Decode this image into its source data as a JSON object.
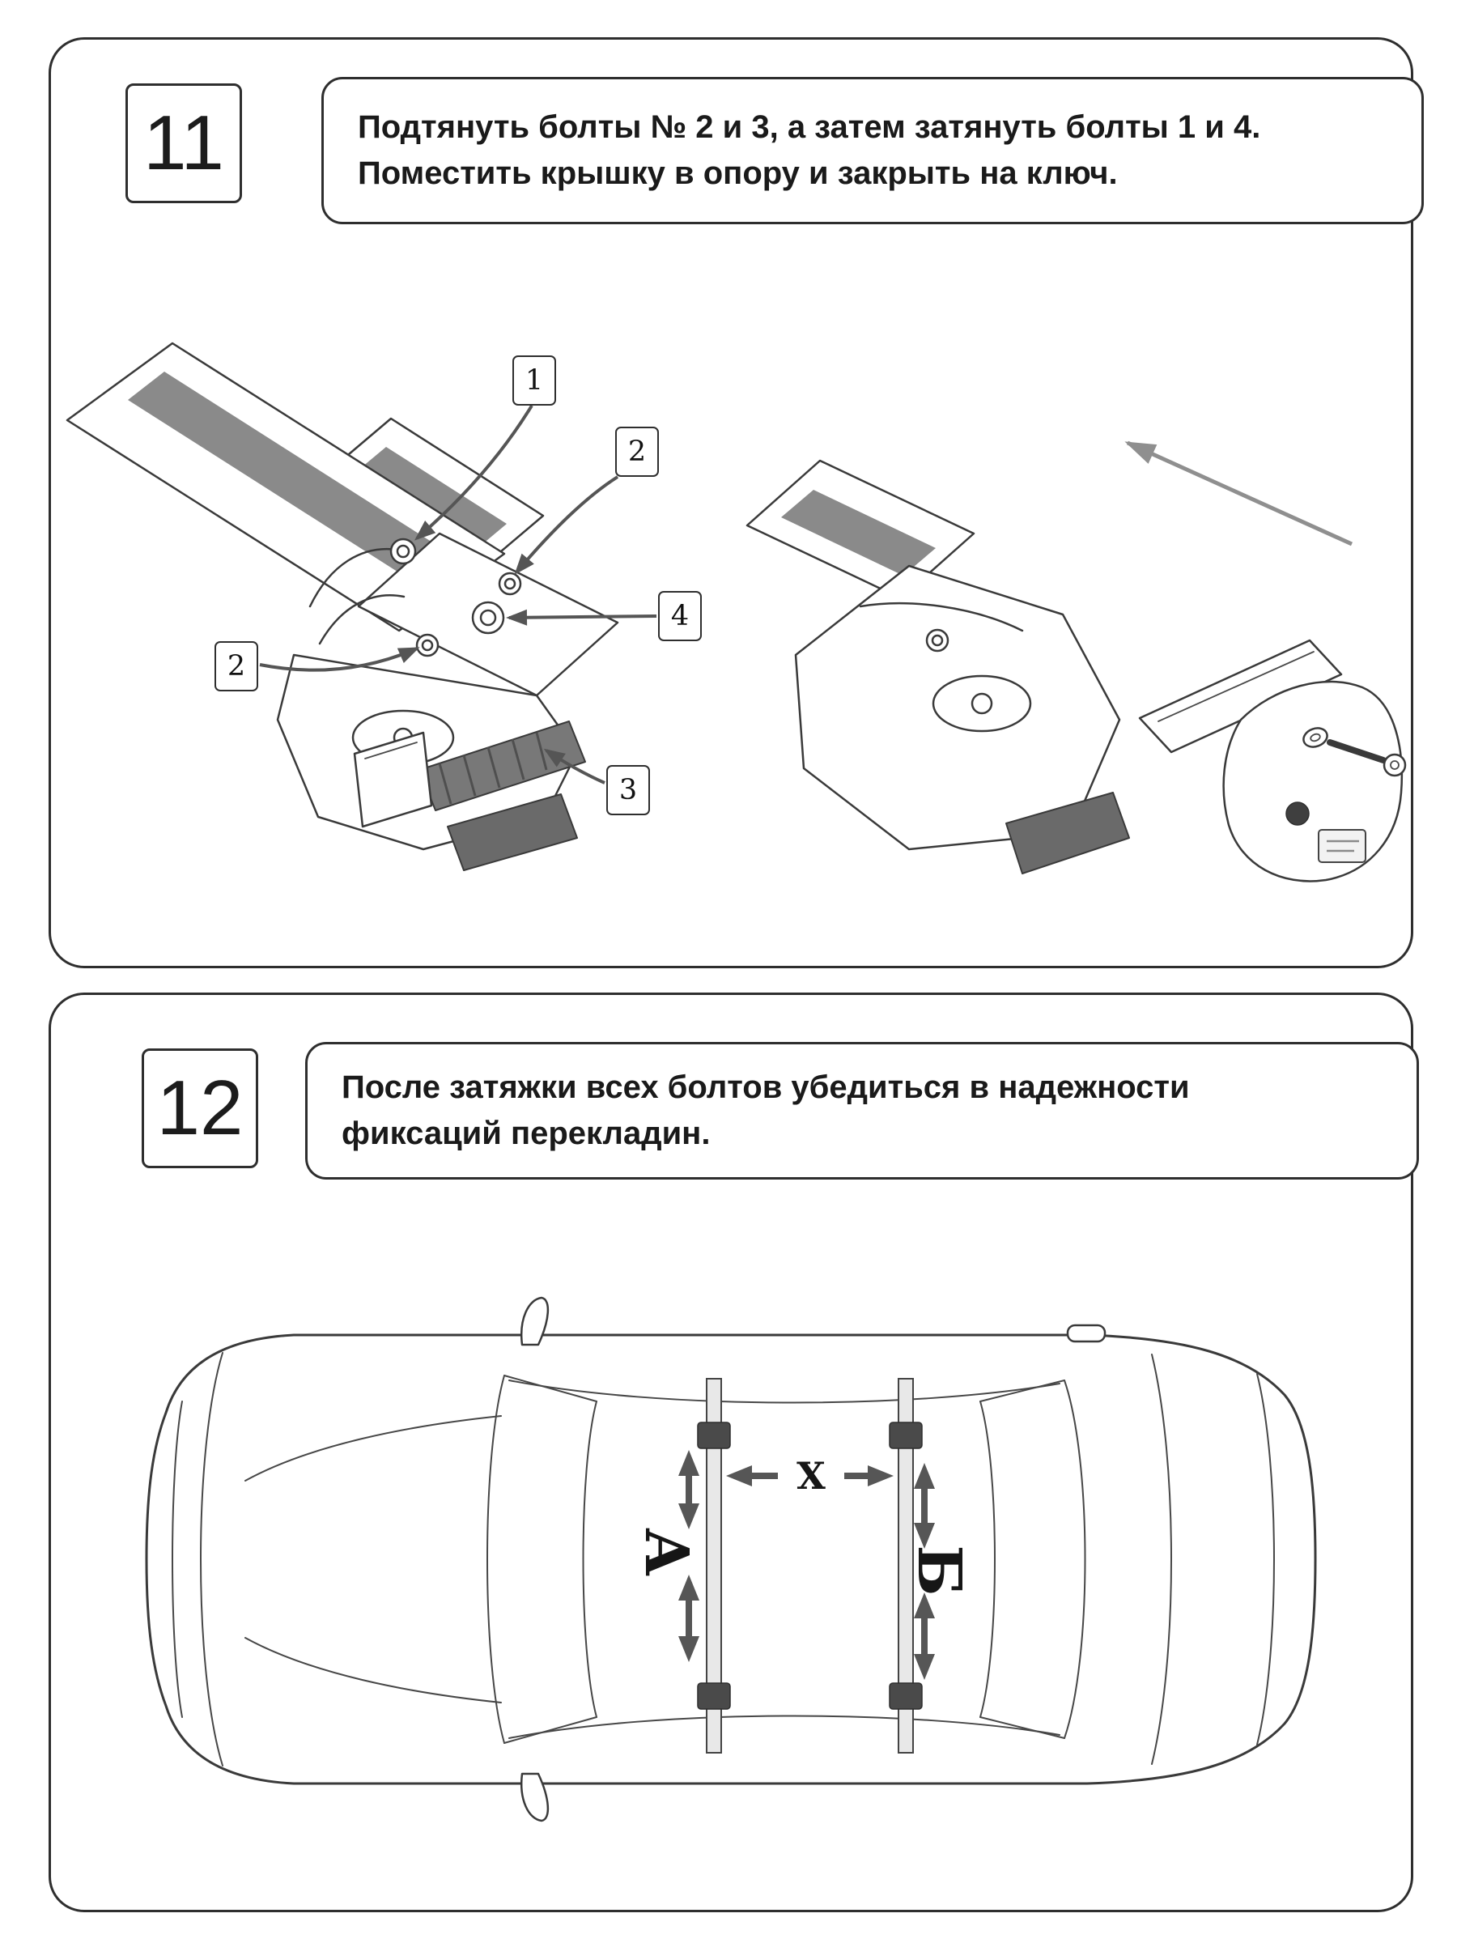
{
  "step11": {
    "number": "11",
    "instruction": {
      "line1": "Подтянуть болты № 2 и 3, а затем затянуть болты 1 и 4.",
      "line2": "Поместить крышку в опору и закрыть на ключ."
    },
    "callouts": {
      "bolt1": "1",
      "bolt2_top": "2",
      "bolt2_left": "2",
      "bolt3": "3",
      "bolt4": "4"
    }
  },
  "step12": {
    "number": "12",
    "instruction": {
      "line1": "После затяжки всех болтов убедиться в надежности",
      "line2": "фиксаций перекладин."
    },
    "dimension_labels": {
      "front_bar": "А",
      "rear_bar": "Б",
      "between": "X"
    }
  },
  "colors": {
    "line": "#3a3a3a",
    "dark_fill": "#6a6a6a",
    "arrow": "#565656"
  }
}
